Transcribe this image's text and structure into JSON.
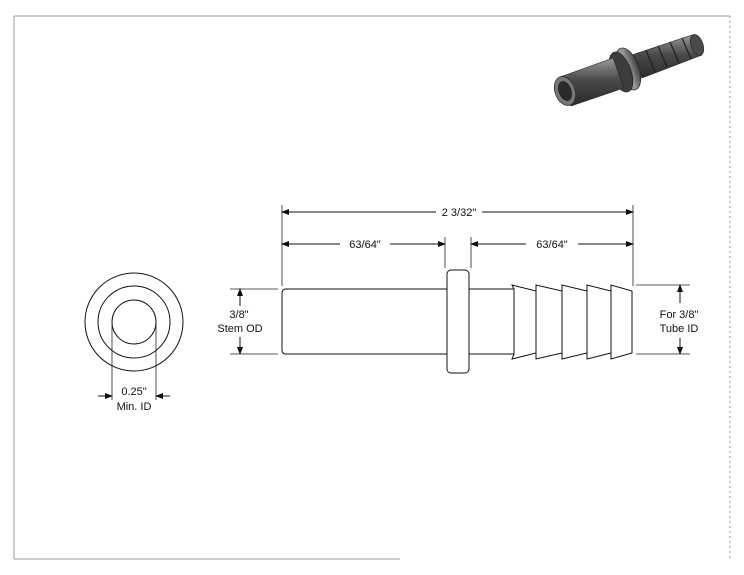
{
  "drawing": {
    "overall_length": "2 3/32\"",
    "left_length": "63/64\"",
    "right_length": "63/64\"",
    "stem_od_value": "3/8\"",
    "stem_od_label": "Stem OD",
    "tube_id_value": "For 3/8\"",
    "tube_id_label": "Tube ID",
    "min_id_value": "0.25\"",
    "min_id_label": "Min. ID"
  },
  "colors": {
    "line": "#111111",
    "frame": "#9a9a9a",
    "render_dark": "#3a3a3a",
    "render_light": "#8c8c8c"
  }
}
